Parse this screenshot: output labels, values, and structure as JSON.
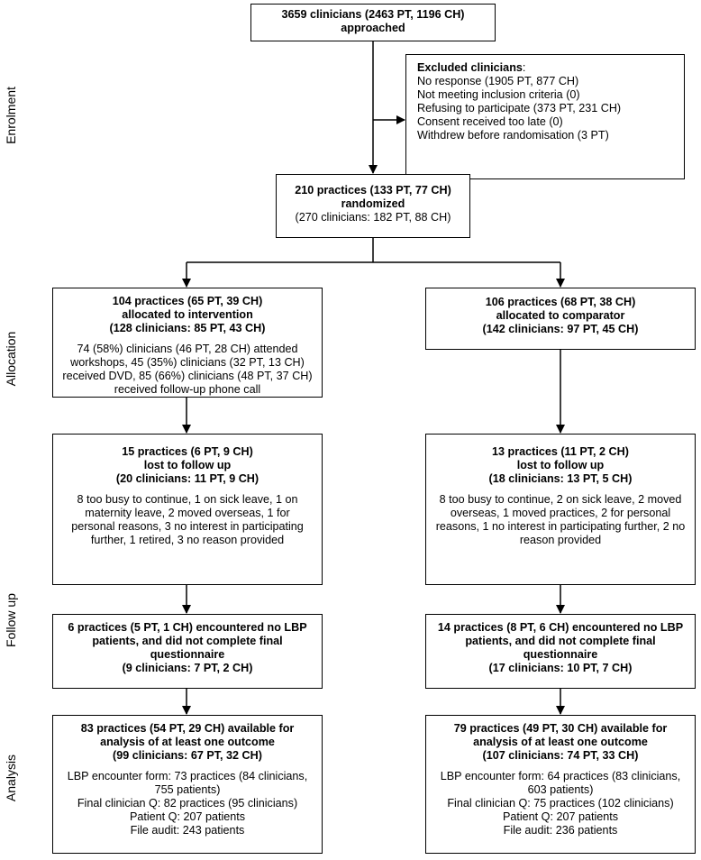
{
  "stages": {
    "enrolment": "Enrolment",
    "allocation": "Allocation",
    "follow_up": "Follow up",
    "analysis": "Analysis"
  },
  "approached": {
    "line1": "3659 clinicians (2463 PT, 1196 CH)",
    "line2": "approached"
  },
  "excluded": {
    "heading": "Excluded clinicians",
    "colon": ":",
    "items": [
      "No response (1905 PT, 877 CH)",
      "Not meeting inclusion criteria (0)",
      "Refusing to participate (373 PT, 231 CH)",
      "Consent received too late (0)",
      "Withdrew before randomisation (3 PT)"
    ]
  },
  "randomized": {
    "line1": "210 practices (133 PT, 77 CH)",
    "line2": "randomized",
    "line3": "(270 clinicians: 182 PT, 88 CH)"
  },
  "intervention": {
    "alloc": {
      "line1": "104 practices (65 PT, 39 CH)",
      "line2": "allocated to intervention",
      "line3": "(128 clinicians: 85 PT, 43 CH)",
      "detail": "74 (58%) clinicians (46 PT, 28 CH) attended workshops, 45 (35%) clinicians (32 PT, 13 CH) received DVD, 85 (66%) clinicians (48 PT, 37 CH) received follow-up phone call"
    },
    "lost": {
      "line1": "15 practices (6 PT, 9 CH)",
      "line2": "lost to follow up",
      "line3": "(20 clinicians: 11 PT, 9 CH)",
      "detail": "8 too busy to continue, 1 on sick leave, 1 on maternity leave, 2 moved overseas, 1 for personal reasons, 3 no interest in participating further, 1 retired, 3 no reason provided"
    },
    "nolbp": {
      "line1": "6 practices (5 PT, 1 CH) encountered no LBP patients, and did not complete final questionnaire",
      "line2": "(9 clinicians: 7 PT, 2 CH)"
    },
    "analysis": {
      "line1": "83 practices (54 PT, 29 CH) available for analysis of at least one outcome",
      "line2": "(99 clinicians: 67 PT, 32 CH)",
      "items": [
        "LBP encounter form: 73 practices (84 clinicians, 755 patients)",
        "Final clinician Q: 82 practices (95 clinicians)",
        "Patient Q: 207 patients",
        "File audit: 243 patients"
      ]
    }
  },
  "comparator": {
    "alloc": {
      "line1": "106 practices (68 PT, 38 CH)",
      "line2": "allocated to comparator",
      "line3": "(142 clinicians: 97 PT, 45 CH)"
    },
    "lost": {
      "line1": "13 practices (11 PT, 2 CH)",
      "line2": "lost to follow up",
      "line3": "(18 clinicians: 13 PT, 5 CH)",
      "detail": "8 too busy to continue, 2 on sick leave, 2 moved overseas, 1 moved practices, 2 for personal reasons, 1 no interest in participating further, 2 no reason provided"
    },
    "nolbp": {
      "line1": "14 practices (8 PT, 6 CH) encountered no LBP patients, and did not complete final questionnaire",
      "line2": "(17 clinicians: 10 PT, 7 CH)"
    },
    "analysis": {
      "line1": "79 practices (49 PT, 30 CH) available for analysis of at least one outcome",
      "line2": "(107 clinicians: 74 PT, 33 CH)",
      "items": [
        "LBP encounter form: 64 practices (83 clinicians, 603 patients)",
        "Final clinician Q: 75 practices (102 clinicians)",
        "Patient Q: 207 patients",
        "File audit: 236 patients"
      ]
    }
  }
}
